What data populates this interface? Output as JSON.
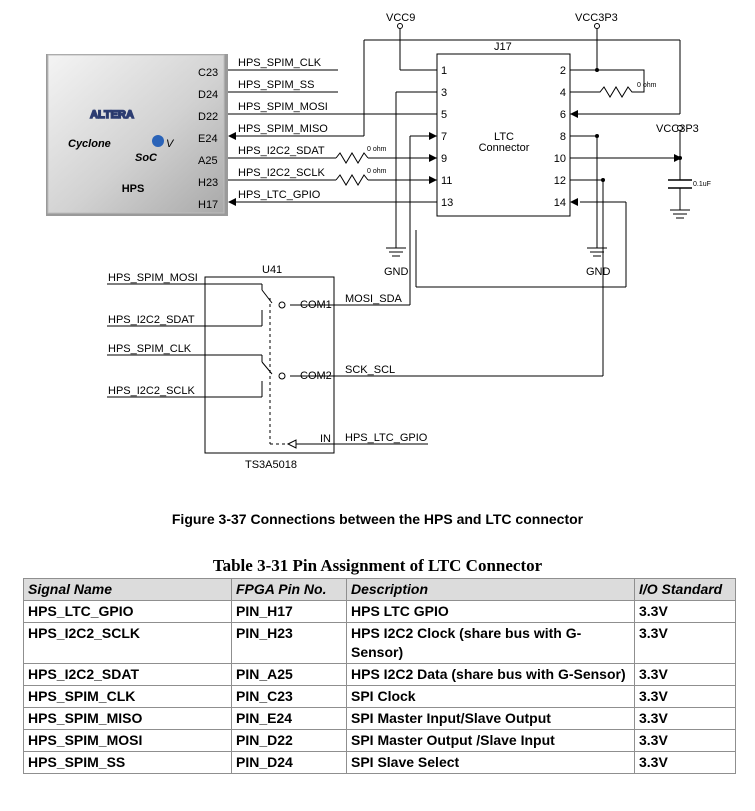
{
  "schematic": {
    "power": {
      "vcc9": "VCC9",
      "vcc3p3_top": "VCC3P3",
      "vcc3p3_right": "VCC3P3",
      "gnd_left": "GND",
      "gnd_right": "GND"
    },
    "logo": {
      "brand": "ALTERA",
      "family": "Cyclone",
      "family_suffix": "V",
      "soc": "SoC",
      "block": "HPS"
    },
    "hps_pins": [
      "C23",
      "D24",
      "D22",
      "E24",
      "A25",
      "H23",
      "H17"
    ],
    "hps_nets": [
      "HPS_SPIM_CLK",
      "HPS_SPIM_SS",
      "HPS_SPIM_MOSI",
      "HPS_SPIM_MISO",
      "HPS_I2C2_SDAT",
      "HPS_I2C2_SCLK",
      "HPS_LTC_GPIO"
    ],
    "connector": {
      "ref": "J17",
      "name_line1": "LTC",
      "name_line2": "Connector",
      "left_pins": [
        "1",
        "3",
        "5",
        "7",
        "9",
        "11",
        "13"
      ],
      "right_pins": [
        "2",
        "4",
        "6",
        "8",
        "10",
        "12",
        "14"
      ]
    },
    "resistor_label": "0 ohm",
    "capacitor_label": "0.1uF",
    "switch": {
      "ref": "U41",
      "part": "TS3A5018",
      "inputs": [
        "HPS_SPIM_MOSI",
        "HPS_I2C2_SDAT",
        "HPS_SPIM_CLK",
        "HPS_I2C2_SCLK"
      ],
      "com1": "COM1",
      "com2": "COM2",
      "in": "IN",
      "com1_net": "MOSI_SDA",
      "com2_net": "SCK_SCL",
      "in_net": "HPS_LTC_GPIO"
    }
  },
  "figure_caption": "Figure 3-37 Connections between the HPS and LTC connector",
  "table": {
    "title": "Table 3-31 Pin Assignment of LTC Connector",
    "headers": [
      "Signal Name",
      "FPGA Pin No.",
      "Description",
      "I/O Standard"
    ],
    "rows": [
      [
        "HPS_LTC_GPIO",
        "PIN_H17",
        "HPS LTC GPIO",
        "3.3V"
      ],
      [
        "HPS_I2C2_SCLK",
        "PIN_H23",
        "HPS I2C2 Clock (share bus with G-Sensor)",
        "3.3V"
      ],
      [
        "HPS_I2C2_SDAT",
        "PIN_A25",
        "HPS I2C2 Data (share bus with G-Sensor)",
        "3.3V"
      ],
      [
        "HPS_SPIM_CLK",
        "PIN_C23",
        "SPI Clock",
        "3.3V"
      ],
      [
        "HPS_SPIM_MISO",
        "PIN_E24",
        "SPI Master Input/Slave Output",
        "3.3V"
      ],
      [
        "HPS_SPIM_MOSI",
        "PIN_D22",
        "SPI Master Output /Slave Input",
        "3.3V"
      ],
      [
        "HPS_SPIM_SS",
        "PIN_D24",
        "SPI Slave Select",
        "3.3V"
      ]
    ]
  }
}
